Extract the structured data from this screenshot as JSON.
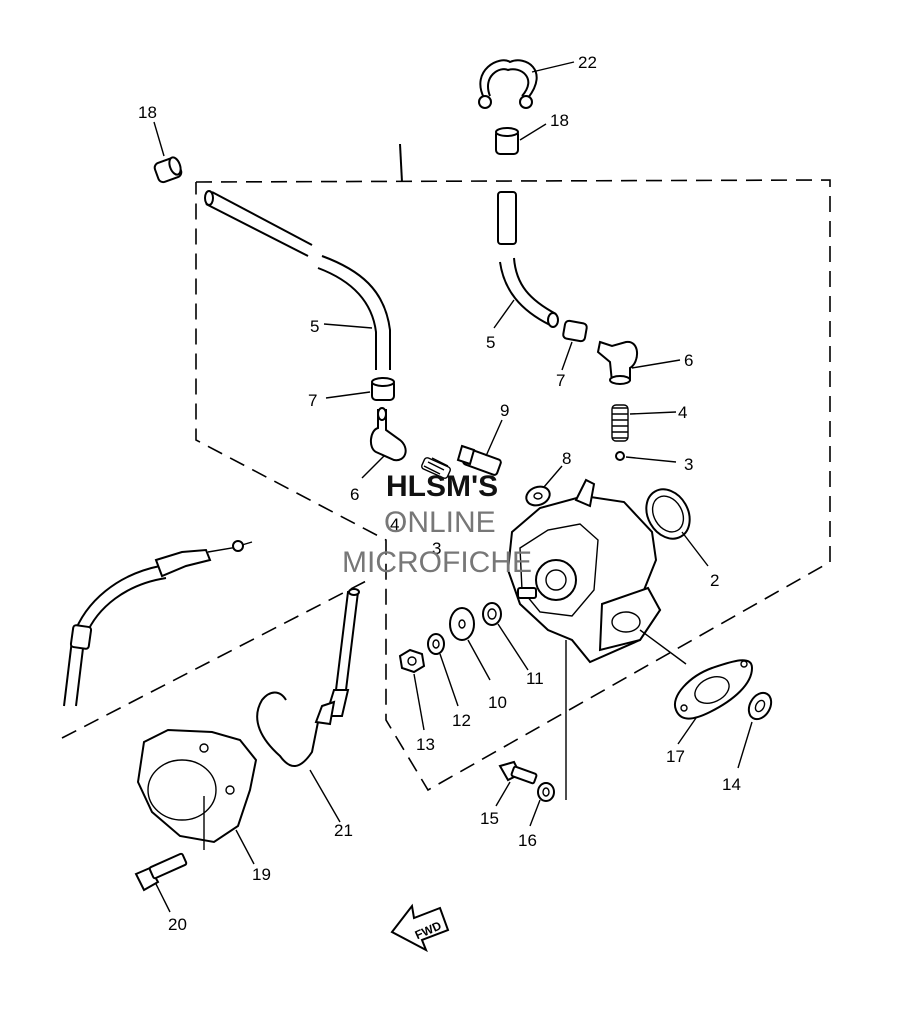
{
  "callouts": [
    "22",
    "18",
    "18",
    "5",
    "5",
    "7",
    "7",
    "6",
    "6",
    "9",
    "4",
    "3",
    "8",
    "4",
    "3",
    "2",
    "10",
    "11",
    "12",
    "13",
    "17",
    "14",
    "15",
    "16",
    "19",
    "20",
    "21"
  ],
  "watermark": {
    "line1": "HLSM'S",
    "line2": "ONLINE",
    "line3": "MICROFICHE"
  },
  "fwd_label": "FWD",
  "colors": {
    "ink": "#000000",
    "background": "#ffffff",
    "watermark_gray": "#777777"
  }
}
